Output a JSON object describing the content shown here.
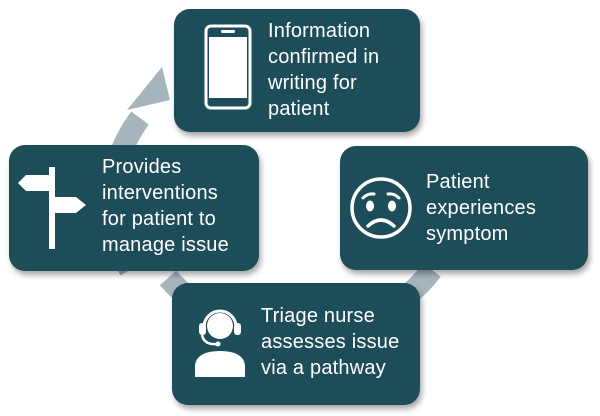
{
  "colors": {
    "box_fill": "#1e4d5a",
    "ring": "#a6b5bb",
    "text": "#ffffff"
  },
  "steps": [
    {
      "text": "Information\nconfirmed in\nwriting for\npatient",
      "icon": "mobile-phone-icon"
    },
    {
      "text": "Patient\nexperiences\nsymptom",
      "icon": "worried-face-icon"
    },
    {
      "text": "Triage nurse\nassesses issue\nvia a pathway",
      "icon": "nurse-headset-icon"
    },
    {
      "text": "Provides\ninterventions\nfor patient to\nmanage issue",
      "icon": "signpost-icon"
    }
  ]
}
